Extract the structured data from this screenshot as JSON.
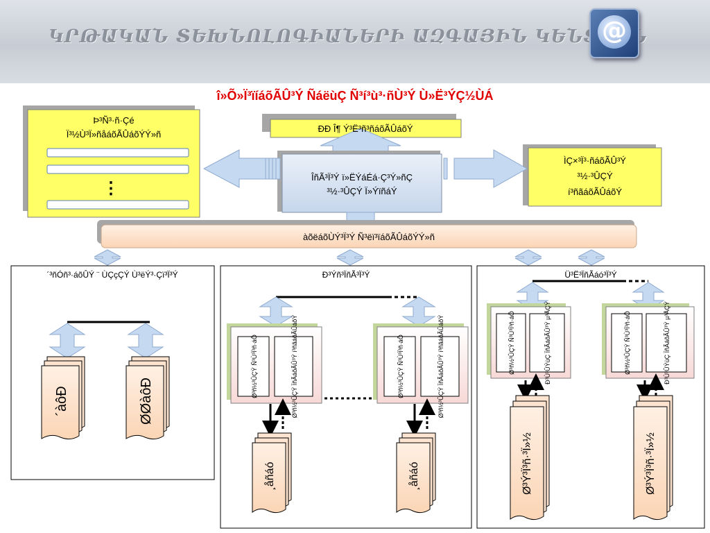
{
  "banner": {
    "text": "ԿՐԹԱԿԱՆ ՏԵԽՆՈԼՈԳԻԱՆԵՐԻ ԱԶԳԱՅԻՆ ԿԵՆՏՐՈՆ",
    "icon": "at-sign-icon"
  },
  "title": "î»Õ»Ï³ïíáõÃÛ³Ý ÑáëùÇ Ñ³í³ù³·ñÙ³Ý Ù»Ë³ÝÇ½ÙÁ",
  "top": {
    "left_box": {
      "line1": "Þ³Ñ³·ñ·Çé",
      "line2": "Ï³½Ù³Ï»ñåáõÃÛáõÝÝ»ñ",
      "dots": "⋮"
    },
    "center_top_label": "ÐÐ Î¶ Ý³Ë³ñ³ñáõÃÛáõÝ",
    "center_box": {
      "line1": "ÎñÃ³Ï³Ý ï»ËÝáÉá·Ç³Ý»ñÇ",
      "line2": "³½·³ÛÇÝ Ï»ÝïñáÝ"
    },
    "right_box": {
      "line1": "ÌÇ×³Ï³·ñáõÃÛ³Ý",
      "line2": "³½·³ÛÇÝ",
      "line3": "í³ñãáõÃÛáõÝ"
    },
    "bar": "àõëáõÙÝ³Ï³Ý Ñ³ëï³ïáõÃÛáõÝÝ»ñ"
  },
  "panels": {
    "left": {
      "title": "´³ñÓñ³·áõÛÝ ¨ ÙÇçÇÝ Ù³ëÝ³·Çï³Ï³Ý",
      "doc1": "´àôÐ",
      "doc2": "ØØàôÐ"
    },
    "middle": {
      "title": "Ð³Ýñ³ÏñÃ³Ï³Ý",
      "sub_left": "Ø³ñ½³ÛÇÝ Ñ³Ù³Ï³ñ·áÕ",
      "sub_right": "Ø³ñ½³ÛÇÝ ÏñÃáõÃÛ³Ý í³ñãáõÃÛáõÝ",
      "doc": "¸åñáó"
    },
    "right": {
      "title": "Ü³Ë³ÏñÃáó³Ï³Ý",
      "sub_left": "Ø³ñ½³ÛÇÝ Ñ³Ù³Ï³ñ·áÕ",
      "sub_right": "Ð³Ù³ÛÝùÇ ÏñÃáõÃÛ³Ý µ³ÅÇÝ",
      "doc": "Ø³Ý³Ï³ñ·³Ï»½"
    }
  },
  "colors": {
    "title_red": "#e00000",
    "yellow_box": "#ffff66",
    "arrow_blue": "#c5d9f1",
    "peach": "#fde4d0",
    "center_blue": "#dce6f2",
    "green_shadow": "#c3d69b"
  }
}
